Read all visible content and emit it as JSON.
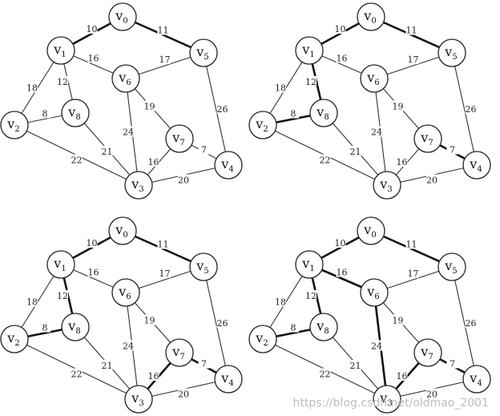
{
  "panels": [
    {
      "id": "p1",
      "bold_edges": [
        "v0-v1",
        "v0-v5"
      ]
    },
    {
      "id": "p2",
      "bold_edges": [
        "v0-v1",
        "v0-v5",
        "v1-v8",
        "v8-v2",
        "v7-v4"
      ]
    },
    {
      "id": "p3",
      "bold_edges": [
        "v0-v1",
        "v0-v5",
        "v1-v8",
        "v8-v2",
        "v7-v4",
        "v7-v3"
      ]
    },
    {
      "id": "p4",
      "bold_edges": [
        "v0-v1",
        "v0-v5",
        "v1-v8",
        "v8-v2",
        "v7-v4",
        "v7-v3",
        "v1-v6",
        "v6-v3"
      ]
    }
  ],
  "graph": {
    "nodes": [
      {
        "id": "v0",
        "main": "v",
        "sub": "0"
      },
      {
        "id": "v1",
        "main": "v",
        "sub": "1"
      },
      {
        "id": "v2",
        "main": "v",
        "sub": "2"
      },
      {
        "id": "v3",
        "main": "v",
        "sub": "3"
      },
      {
        "id": "v4",
        "main": "v",
        "sub": "4"
      },
      {
        "id": "v5",
        "main": "v",
        "sub": "5"
      },
      {
        "id": "v6",
        "main": "v",
        "sub": "6"
      },
      {
        "id": "v7",
        "main": "v",
        "sub": "7"
      },
      {
        "id": "v8",
        "main": "v",
        "sub": "8"
      }
    ],
    "edges": [
      {
        "id": "v0-v1",
        "a": "v0",
        "b": "v1",
        "w": "10"
      },
      {
        "id": "v0-v5",
        "a": "v0",
        "b": "v5",
        "w": "11"
      },
      {
        "id": "v1-v6",
        "a": "v1",
        "b": "v6",
        "w": "16"
      },
      {
        "id": "v6-v5",
        "a": "v6",
        "b": "v5",
        "w": "17"
      },
      {
        "id": "v1-v2",
        "a": "v1",
        "b": "v2",
        "w": "18"
      },
      {
        "id": "v1-v8",
        "a": "v1",
        "b": "v8",
        "w": "12"
      },
      {
        "id": "v8-v2",
        "a": "v8",
        "b": "v2",
        "w": "8"
      },
      {
        "id": "v8-v3",
        "a": "v8",
        "b": "v3",
        "w": "21"
      },
      {
        "id": "v2-v3",
        "a": "v2",
        "b": "v3",
        "w": "22"
      },
      {
        "id": "v6-v3",
        "a": "v6",
        "b": "v3",
        "w": "24"
      },
      {
        "id": "v6-v7",
        "a": "v6",
        "b": "v7",
        "w": "19"
      },
      {
        "id": "v7-v4",
        "a": "v7",
        "b": "v4",
        "w": "7"
      },
      {
        "id": "v7-v3",
        "a": "v7",
        "b": "v3",
        "w": "16"
      },
      {
        "id": "v3-v4",
        "a": "v3",
        "b": "v4",
        "w": "20"
      },
      {
        "id": "v5-v4",
        "a": "v5",
        "b": "v4",
        "w": "26"
      }
    ]
  },
  "watermark": "https://blog.csdn.net/oldmao_2001"
}
